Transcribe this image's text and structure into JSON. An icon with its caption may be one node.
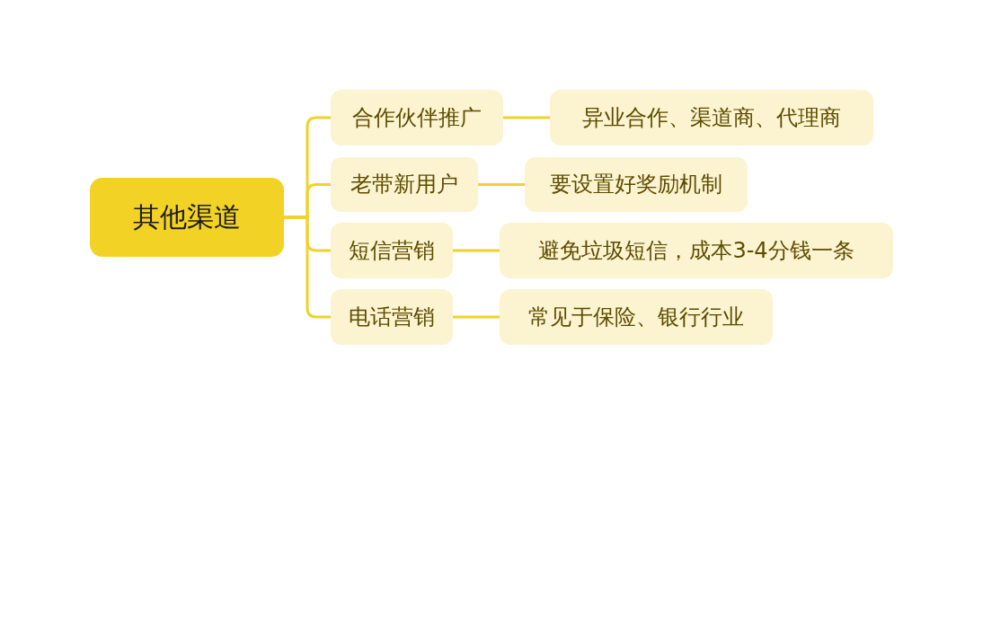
{
  "diagram": {
    "nodes": [
      {
        "text": [
          "其他渠道"
        ]
      },
      {
        "text": [
          "合作伙伴推广"
        ]
      },
      {
        "text": [
          "异业合作、渠道商、代理商"
        ]
      },
      {
        "text": [
          "老带新用户"
        ]
      },
      {
        "text": [
          "要设置好奖励机制"
        ]
      },
      {
        "text": [
          "短信营销"
        ]
      },
      {
        "text": [
          "避免垃圾短信，成本3-4分钱一条"
        ]
      },
      {
        "text": [
          "电话营销"
        ]
      },
      {
        "text": [
          "常见于保险、银行行业"
        ]
      }
    ],
    "edges": [
      {
        "from": 0,
        "to": 1,
        "arrow": "none"
      },
      {
        "from": 1,
        "to": 2,
        "arrow": "none"
      },
      {
        "from": 0,
        "to": 3,
        "arrow": "none"
      },
      {
        "from": 3,
        "to": 4,
        "arrow": "none"
      },
      {
        "from": 0,
        "to": 5,
        "arrow": "none"
      },
      {
        "from": 5,
        "to": 6,
        "arrow": "none"
      },
      {
        "from": 0,
        "to": 7,
        "arrow": "none"
      },
      {
        "from": 7,
        "to": 8,
        "arrow": "none"
      }
    ]
  }
}
